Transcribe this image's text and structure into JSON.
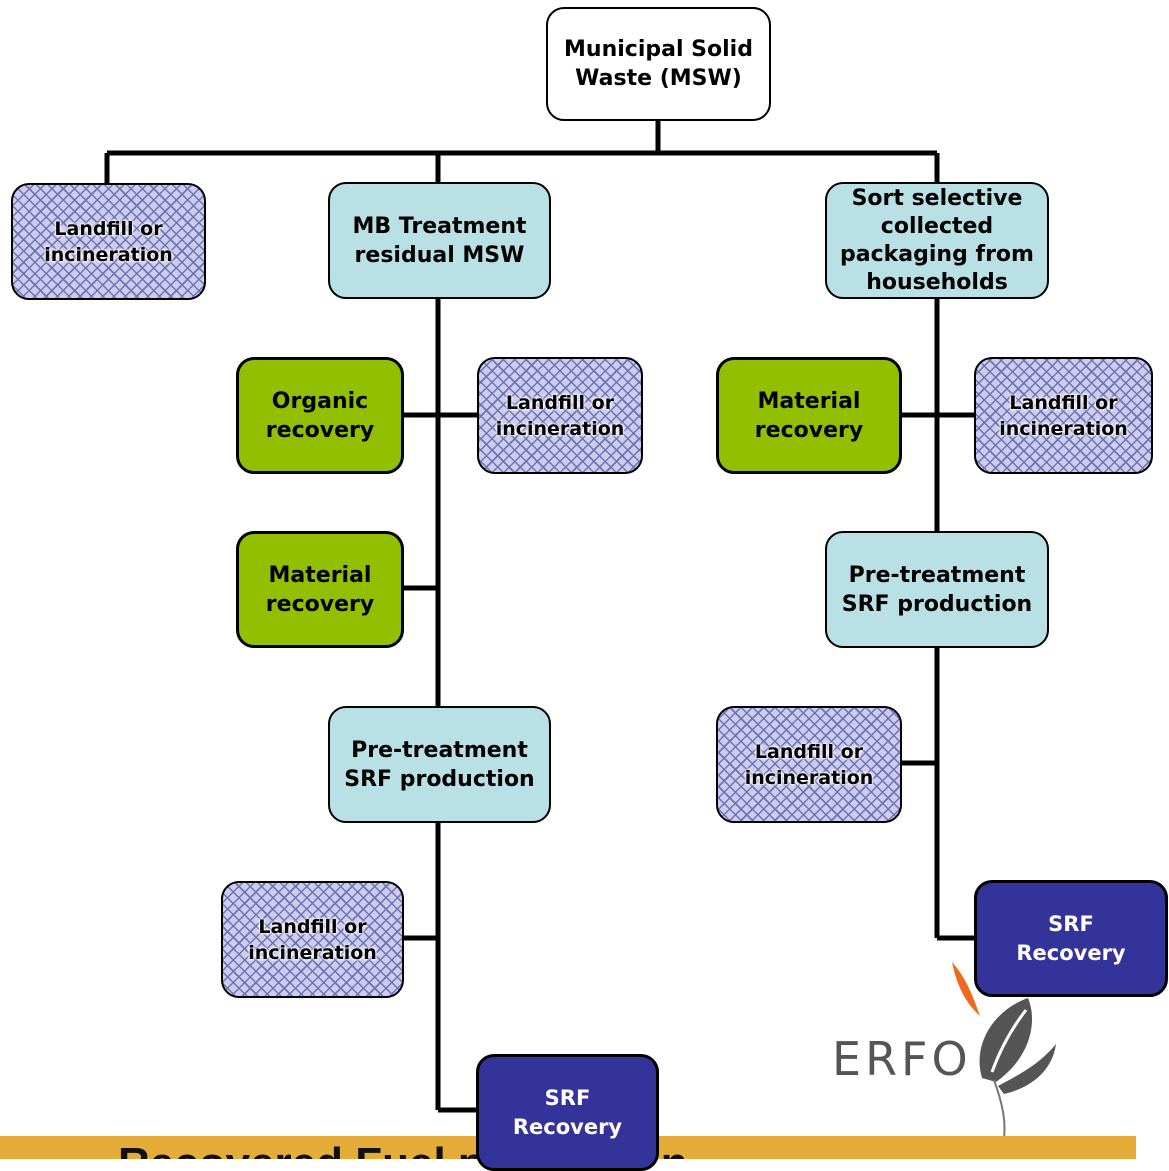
{
  "diagram": {
    "root": [
      "Municipal Solid",
      "Waste (MSW)"
    ],
    "landfill_top": [
      "Landfill or",
      "incineration"
    ],
    "mb_treatment": [
      "MB Treatment",
      "residual MSW"
    ],
    "sort_selective": [
      "Sort selective",
      "collected",
      "packaging from",
      "households"
    ],
    "organic_recovery": [
      "Organic",
      "recovery"
    ],
    "landfill_mb_1": [
      "Landfill or",
      "incineration"
    ],
    "material_recovery_right": [
      "Material",
      "recovery"
    ],
    "landfill_right_1": [
      "Landfill or",
      "incineration"
    ],
    "material_recovery_left": [
      "Material",
      "recovery"
    ],
    "pretreatment_right": [
      "Pre-treatment",
      "SRF production"
    ],
    "pretreatment_left": [
      "Pre-treatment",
      "SRF production"
    ],
    "landfill_right_2": [
      "Landfill or",
      "incineration"
    ],
    "landfill_left_2": [
      "Landfill or",
      "incineration"
    ],
    "srf_right": [
      "SRF",
      "Recovery"
    ],
    "srf_left": [
      "SRF",
      "Recovery"
    ]
  },
  "logo": {
    "text": "ERFO"
  },
  "banner": {
    "title": "Recovered Fuel production"
  },
  "colors": {
    "process": "#b9e0e4",
    "recovery_green": "#92c000",
    "srf_blue": "#333399",
    "hatch": "#6f72b4",
    "banner": "#e5ac3a",
    "logo_orange": "#ee6a1f"
  }
}
